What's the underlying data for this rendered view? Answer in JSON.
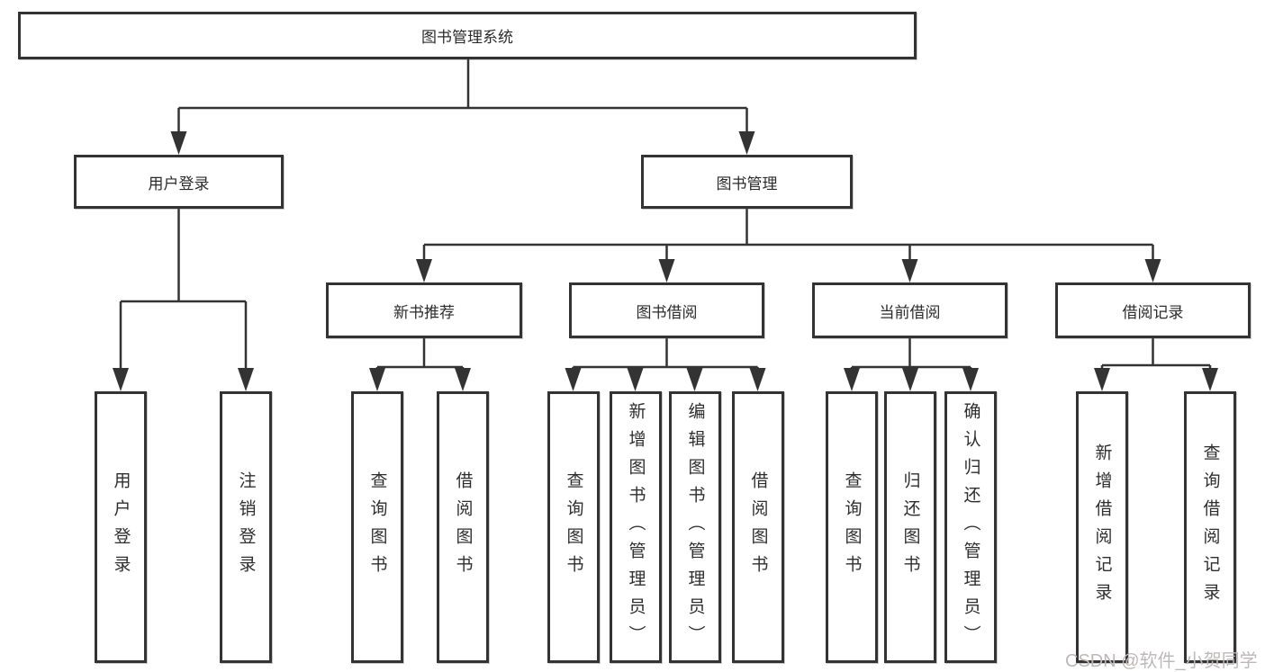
{
  "colors": {
    "line": "#333333",
    "node_border": "#333333",
    "node_text": "#2e2e2e",
    "background": "#ffffff",
    "watermark": "#beb8b8"
  },
  "watermark": "CSDN @软件_小贺同学",
  "diagram": {
    "root": {
      "label": "图书管理系统"
    },
    "level2": {
      "user_login": {
        "label": "用户登录"
      },
      "book_management": {
        "label": "图书管理"
      }
    },
    "level3": {
      "new_book_recommendation": {
        "label": "新书推荐"
      },
      "book_borrowing": {
        "label": "图书借阅"
      },
      "current_borrowing": {
        "label": "当前借阅"
      },
      "borrowing_records": {
        "label": "借阅记录"
      }
    },
    "leaves": {
      "user_login": [
        "用户登录",
        "注销登录"
      ],
      "new_book_recommendation": [
        "查询图书",
        "借阅图书"
      ],
      "book_borrowing": [
        "查询图书",
        "新增图书（管理员）",
        "编辑图书（管理员）",
        "借阅图书"
      ],
      "current_borrowing": [
        "查询图书",
        "归还图书",
        "确认归还（管理员）"
      ],
      "borrowing_records": [
        "新增借阅记录",
        "查询借阅记录"
      ]
    }
  }
}
